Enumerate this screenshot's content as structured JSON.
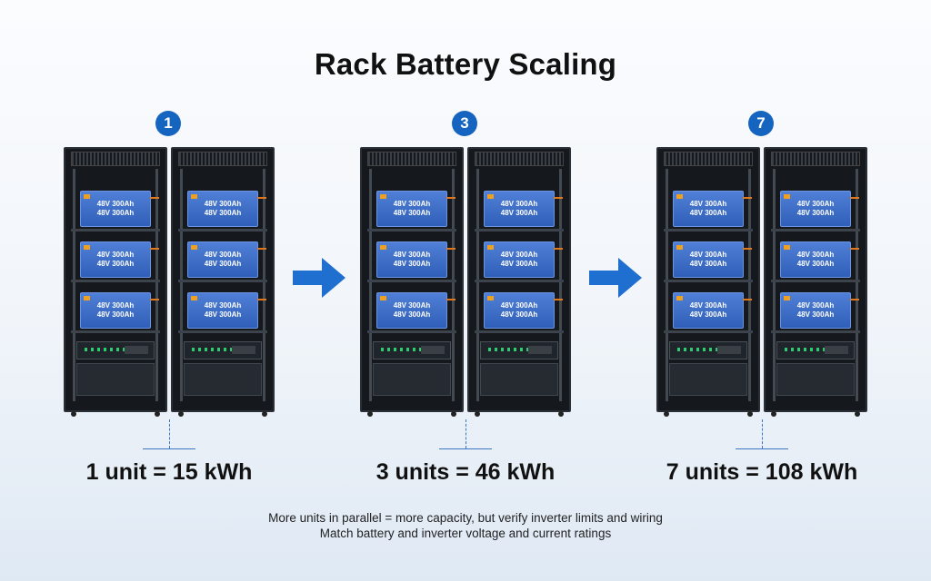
{
  "title": "Rack Battery Scaling",
  "module_label": "48V 300Ah",
  "configs": [
    {
      "badge": "1",
      "caption": "1 unit = 15 kWh"
    },
    {
      "badge": "3",
      "caption": "3 units = 46 kWh"
    },
    {
      "badge": "7",
      "caption": "7 units = 108 kWh"
    }
  ],
  "notes": [
    "More units in parallel = more capacity, but verify inverter limits and wiring",
    "Match battery and inverter voltage and current ratings"
  ],
  "colors": {
    "accent": "#1565c0",
    "module": "#3a6bc4",
    "arrow": "#1e6fd0"
  }
}
